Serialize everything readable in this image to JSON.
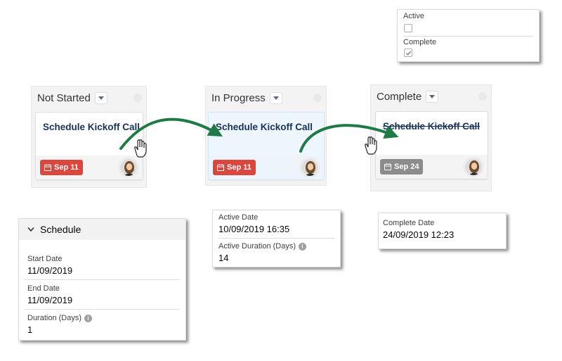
{
  "columns": {
    "not_started": {
      "header": "Not Started",
      "card_title": "Schedule Kickoff Call",
      "due": "Sep 11",
      "badge_color": "#d9473f"
    },
    "in_progress": {
      "header": "In Progress",
      "card_title": "Schedule Kickoff Call",
      "due": "Sep 11",
      "badge_color": "#d9473f"
    },
    "complete": {
      "header": "Complete",
      "card_title": "Schedule Kickoff Call",
      "due": "Sep 24",
      "badge_color": "#8c8c8c"
    }
  },
  "status_flags": {
    "active_label": "Active",
    "active_checked": false,
    "complete_label": "Complete",
    "complete_checked": true
  },
  "schedule": {
    "section_label": "Schedule",
    "start_label": "Start Date",
    "start_value": "11/09/2019",
    "end_label": "End Date",
    "end_value": "11/09/2019",
    "duration_label": "Duration (Days)",
    "duration_value": "1"
  },
  "active_panel": {
    "active_date_label": "Active Date",
    "active_date_value": "10/09/2019 16:35",
    "active_duration_label": "Active Duration (Days)",
    "active_duration_value": "14"
  },
  "complete_panel": {
    "complete_date_label": "Complete Date",
    "complete_date_value": "24/09/2019 12:23"
  },
  "colors": {
    "arrow": "#1f7a45",
    "accent_blue": "#eef6fd"
  }
}
